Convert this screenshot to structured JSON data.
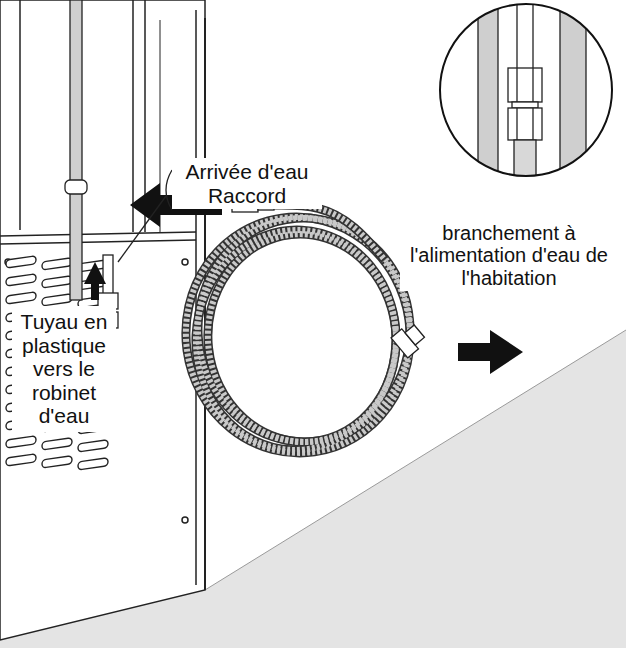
{
  "diagram": {
    "labels": [
      "Arrivée d'eau Raccord",
      "Tuyau en plastique vers le robinet d'eau",
      "branchement à l'alimentation d'eau de l'habitation"
    ]
  }
}
